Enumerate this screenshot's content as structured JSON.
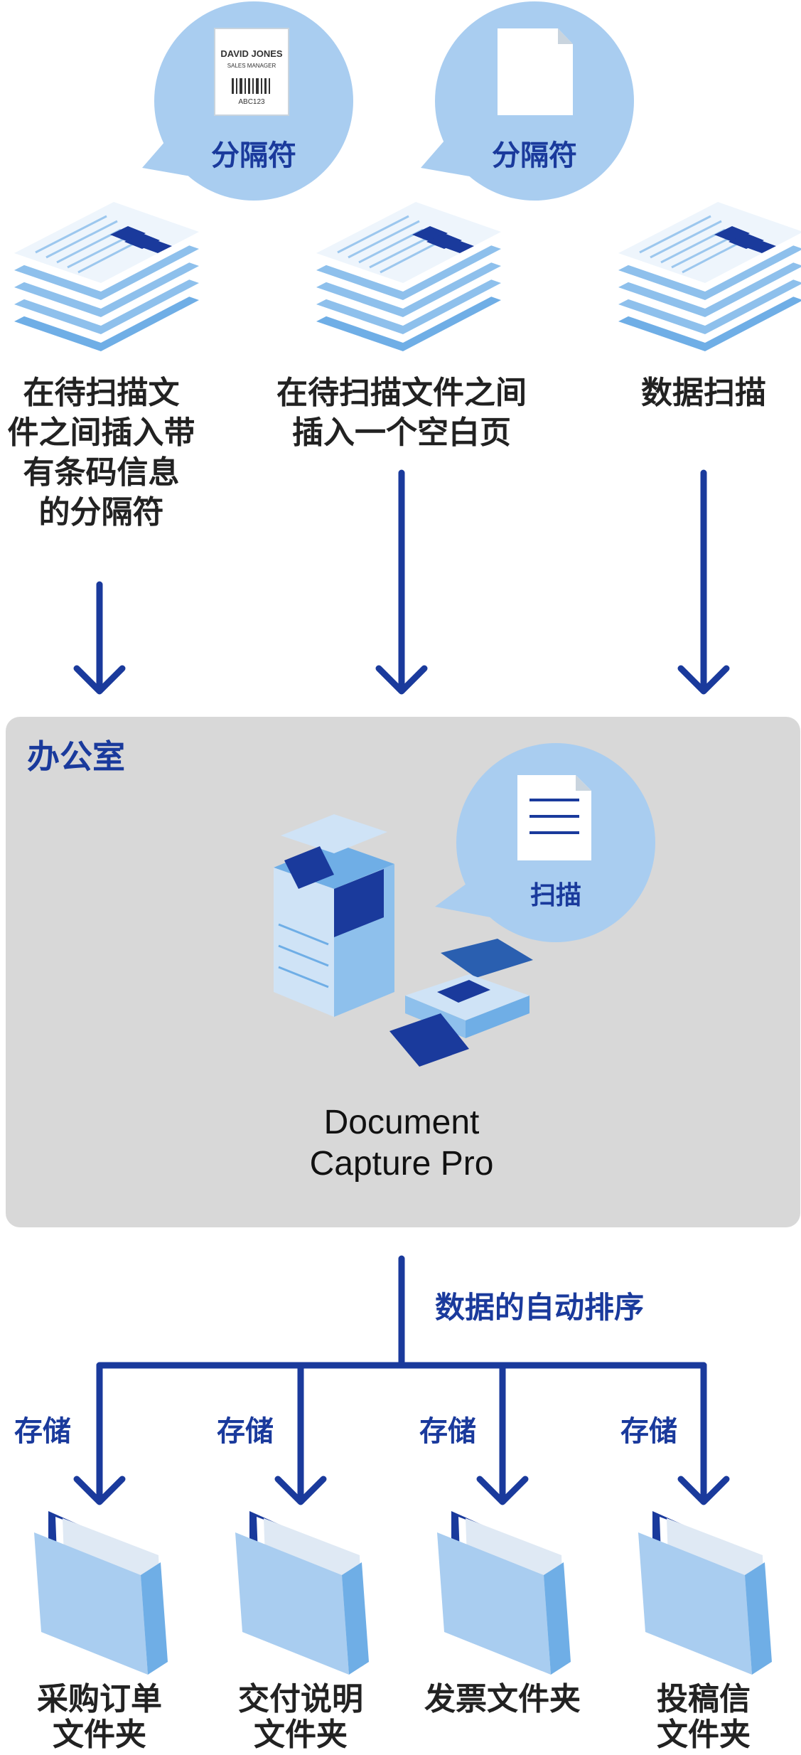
{
  "separators": {
    "barcode_card": {
      "name": "DAVID JONES",
      "title": "SALES MANAGER",
      "code": "ABC123"
    },
    "bubble1_label": "分隔符",
    "bubble2_label": "分隔符"
  },
  "steps": [
    {
      "label": "在待扫描文\n件之间插入带\n有条码信息\n的分隔符"
    },
    {
      "label": "在待扫描文件之间\n插入一个空白页"
    },
    {
      "label": "数据扫描"
    }
  ],
  "office": {
    "title": "办公室",
    "scan_bubble_label": "扫描",
    "product_name": "Document\nCapture Pro"
  },
  "sorting": {
    "label": "数据的自动排序"
  },
  "store_labels": [
    "存储",
    "存储",
    "存储",
    "存储"
  ],
  "folders": [
    {
      "label": "采购订单\n文件夹"
    },
    {
      "label": "交付说明\n文件夹"
    },
    {
      "label": "发票文件夹"
    },
    {
      "label": "投稿信\n文件夹"
    }
  ],
  "colors": {
    "accent": "#1a3a9c",
    "bubble": "#a9cdf0",
    "paper": "#8ec0ec",
    "office_bg": "#d8d8d8"
  }
}
